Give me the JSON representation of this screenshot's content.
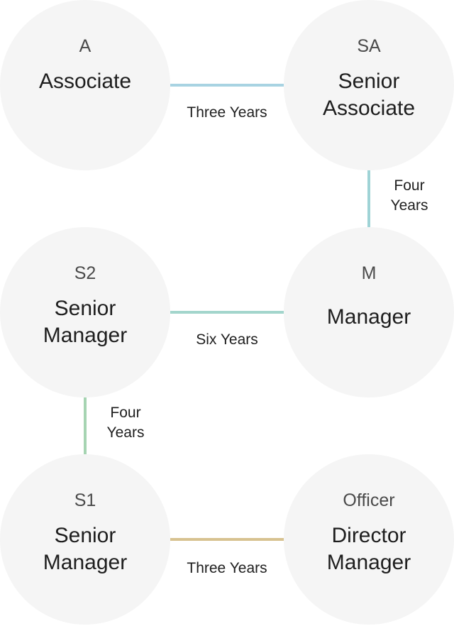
{
  "nodes": {
    "associate": {
      "code": "A",
      "title": "Associate"
    },
    "senior_associate": {
      "code": "SA",
      "title": "Senior\nAssociate"
    },
    "manager": {
      "code": "M",
      "title": "Manager"
    },
    "senior_manager_s2": {
      "code": "S2",
      "title": "Senior\nManager"
    },
    "senior_manager_s1": {
      "code": "S1",
      "title": "Senior\nManager"
    },
    "director_manager": {
      "code": "Officer",
      "title": "Director\nManager"
    }
  },
  "connectors": {
    "a_to_sa": {
      "label": "Three Years",
      "color": "#a8d3e2"
    },
    "sa_to_m": {
      "label": "Four\nYears",
      "color": "#9fd3d6"
    },
    "m_to_s2": {
      "label": "Six Years",
      "color": "#a3d5cc"
    },
    "s2_to_s1": {
      "label": "Four\nYears",
      "color": "#a6d4b2"
    },
    "s1_to_officer": {
      "label": "Three Years",
      "color": "#d7c290"
    }
  }
}
